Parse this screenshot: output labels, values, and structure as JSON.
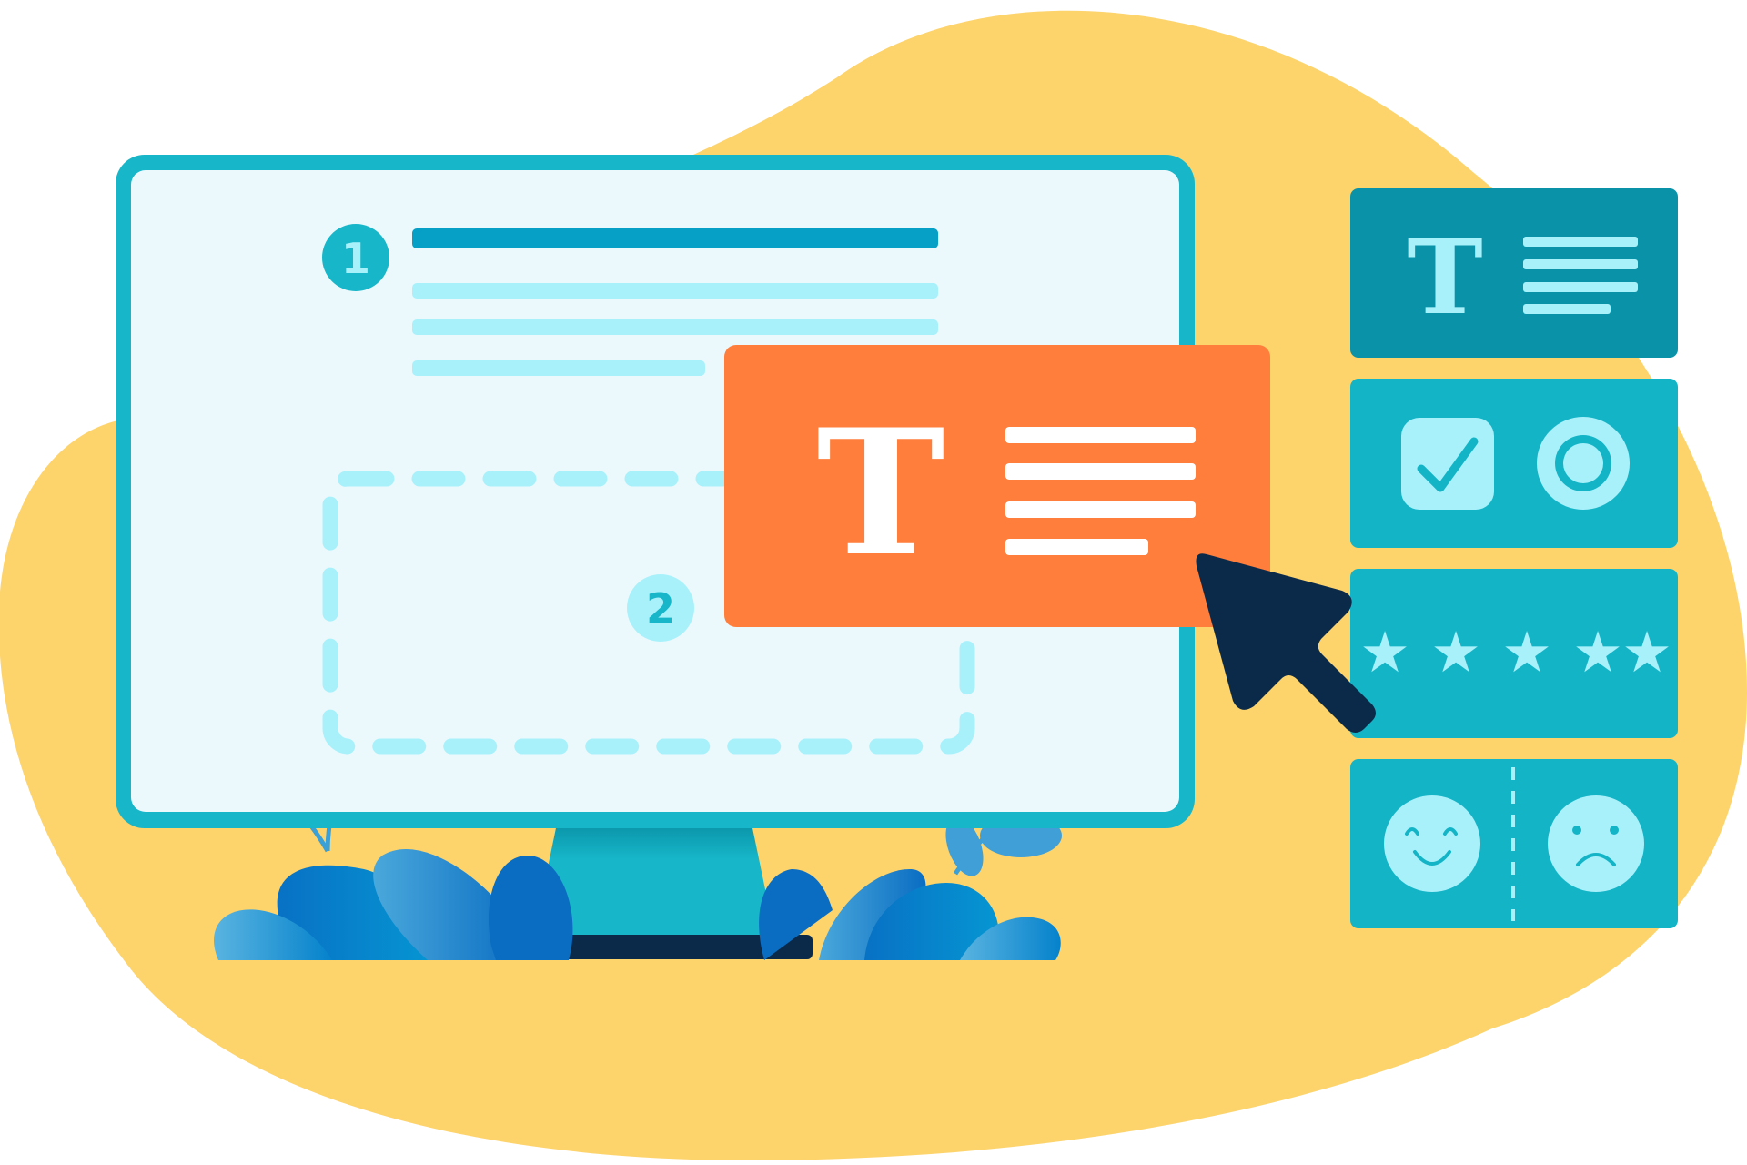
{
  "steps": {
    "step_one": "1",
    "step_two": "2"
  },
  "glyphs": {
    "text_letter": "T",
    "star": "★"
  },
  "icons": {
    "text_block": "text-format-icon",
    "checkbox": "checkbox-checked-icon",
    "radio": "radio-button-icon",
    "rating": "star-rating-icon",
    "happy": "happy-face-icon",
    "sad": "sad-face-icon",
    "cursor": "mouse-pointer-icon"
  },
  "colors": {
    "blob": "#FDD36C",
    "monitor_frame": "#17B6C9",
    "screen": "#ECF9FC",
    "accent_dark_teal": "#0A93A8",
    "card_teal": "#14B4C7",
    "light_cyan": "#A8F1FB",
    "orange_card": "#FF7E3B",
    "cursor_navy": "#0B2A4A",
    "primary_line": "#06A0C6"
  }
}
